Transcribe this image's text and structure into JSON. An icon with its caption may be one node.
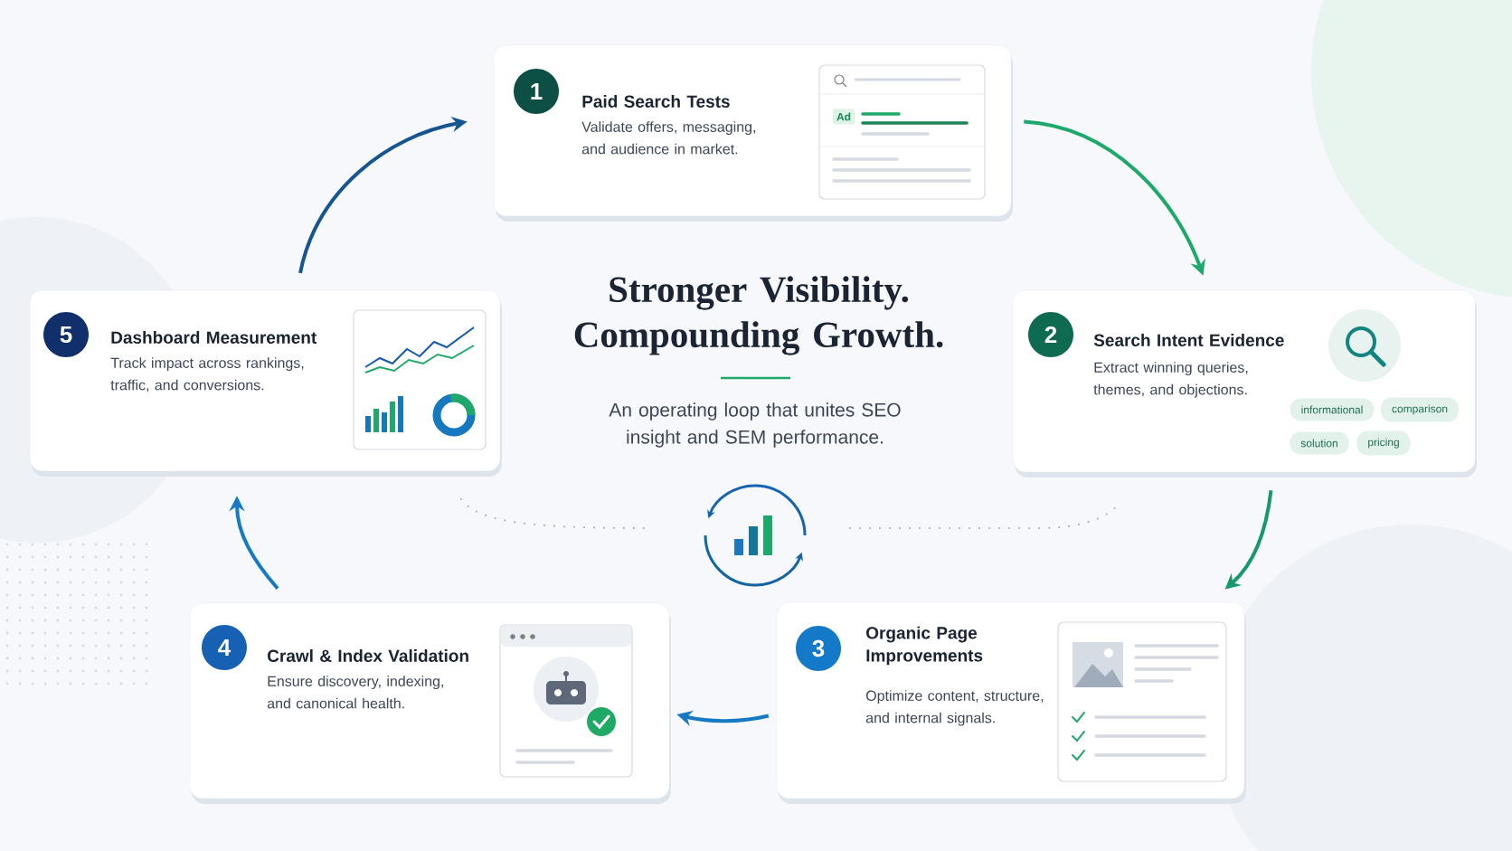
{
  "diagram": {
    "title": "Stronger Visibility. Compounding Growth.",
    "nodes": [
      {
        "text": [
          "Paid Search Tests",
          "Validate offers, messaging, and audience in market."
        ]
      },
      {
        "text": [
          "1"
        ],
        "in": 0
      },
      {
        "text": [
          "Ad"
        ],
        "in": 0
      },
      {
        "text": [
          "Search Intent Evidence",
          "Extract winning queries, themes, and objections."
        ]
      },
      {
        "text": [
          "2"
        ],
        "in": 3
      },
      {
        "text": [
          "informational"
        ],
        "in": 3
      },
      {
        "text": [
          "comparison"
        ],
        "in": 3
      },
      {
        "text": [
          "solution"
        ],
        "in": 3
      },
      {
        "text": [
          "pricing"
        ],
        "in": 3
      },
      {
        "text": [
          "Organic Page Improvements",
          "Optimize content, structure, and internal signals."
        ]
      },
      {
        "text": [
          "3"
        ],
        "in": 9
      },
      {
        "text": [
          "Crawl & Index Validation",
          "Ensure discovery, indexing, and canonical health."
        ]
      },
      {
        "text": [
          "4"
        ],
        "in": 11
      },
      {
        "text": [
          "Dashboard Measurement",
          "Track impact across rankings, traffic, and conversions."
        ]
      },
      {
        "text": [
          "5"
        ],
        "in": 13
      }
    ],
    "edges": [
      {
        "from": 0,
        "to": 3,
        "arrow": "to",
        "color": "#1ea86a"
      },
      {
        "from": 3,
        "to": 9,
        "arrow": "to",
        "color": "#17986a"
      },
      {
        "from": 9,
        "to": 11,
        "arrow": "to",
        "color": "#1679c4"
      },
      {
        "from": 11,
        "to": 13,
        "arrow": "to",
        "color": "#1679c4"
      },
      {
        "from": 13,
        "to": 0,
        "arrow": "to",
        "color": "#16558f"
      }
    ],
    "labels": [
      "An operating loop that unites SEO insight and SEM performance."
    ]
  }
}
